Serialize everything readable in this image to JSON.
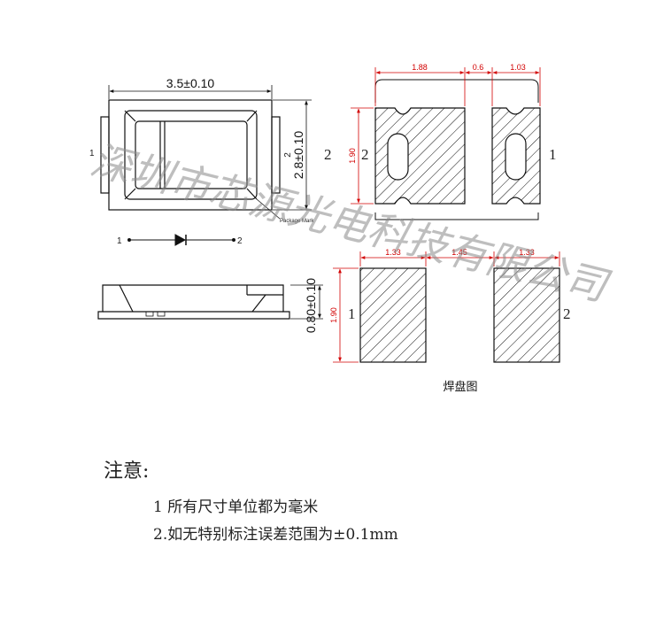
{
  "top_view": {
    "width_dim": "3.5±0.10",
    "height_dim": "2.8±0.10",
    "pin_left": "1",
    "pin_right": "2",
    "package_mark": "Package Mark"
  },
  "symbol": {
    "pin_left": "1",
    "pin_right": "2"
  },
  "side_view": {
    "thickness_dim": "0.80±0.10"
  },
  "pad_view_top": {
    "dim_a": "1.88",
    "dim_b": "0.6",
    "dim_c": "1.03",
    "height_dim": "1.90",
    "pin_left": "2",
    "pin_left_inner": "2",
    "pin_right": "1"
  },
  "pad_view_bottom": {
    "dim_a": "1.33",
    "dim_b": "1.45",
    "dim_c": "1.33",
    "height_dim": "1.90",
    "pin_left": "1",
    "pin_right": "2",
    "caption": "焊盘图"
  },
  "watermark": "深圳市芯源光电科技有限公司",
  "notes": {
    "title": "注意:",
    "items": [
      "1 所有尺寸单位都为毫米",
      "2.如无特别标注误差范围为±0.1mm"
    ]
  },
  "colors": {
    "dimension": "#d20000",
    "line": "#111111",
    "watermark": "#8a8a8a"
  }
}
